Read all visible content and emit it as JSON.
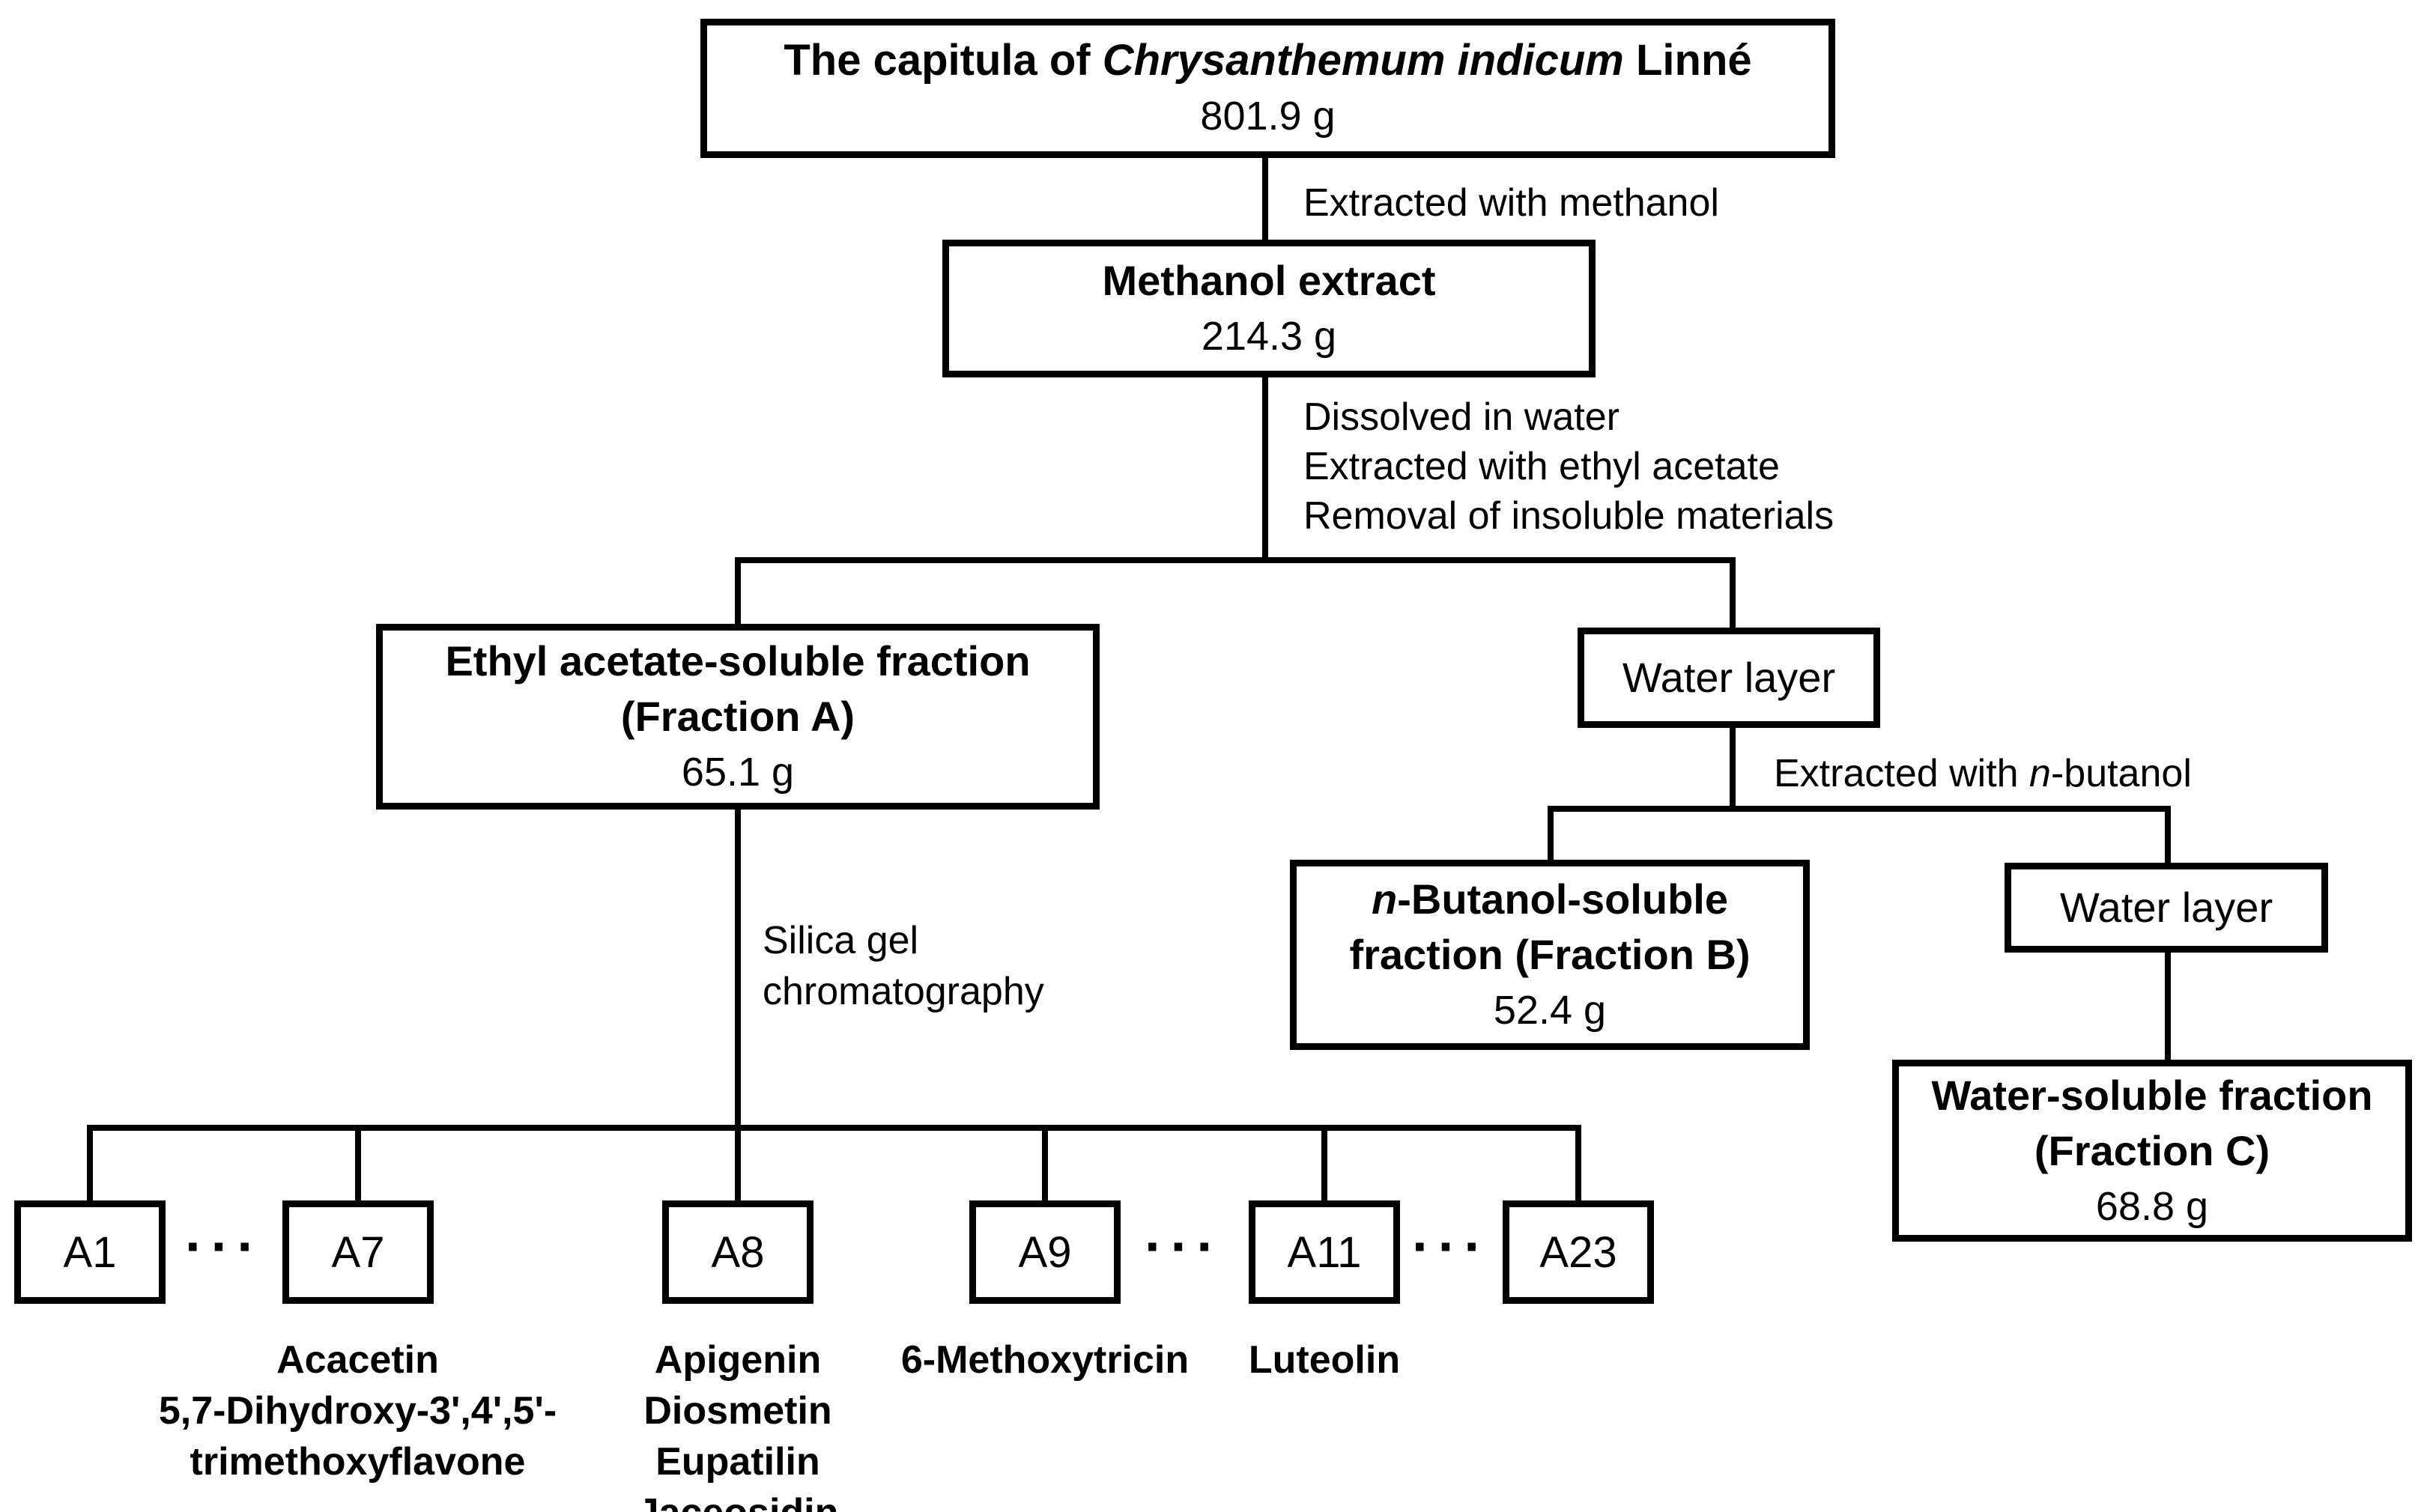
{
  "diagram": {
    "nodes": {
      "capitula": {
        "title_prefix": "The capitula of ",
        "title_species": "Chrysanthemum indicum",
        "title_suffix": " Linné",
        "weight": "801.9 g"
      },
      "methanol_extract": {
        "title": "Methanol extract",
        "weight": "214.3 g"
      },
      "fraction_a": {
        "title_line1": "Ethyl acetate-soluble fraction",
        "title_line2": "(Fraction A)",
        "weight": "65.1 g"
      },
      "water_layer_1": {
        "title": "Water layer"
      },
      "fraction_b": {
        "title_italic": "n",
        "title_line1_rest": "-Butanol-soluble",
        "title_line2": "fraction (Fraction B)",
        "weight": "52.4 g"
      },
      "water_layer_2": {
        "title": "Water layer"
      },
      "fraction_c": {
        "title_line1": "Water-soluble fraction",
        "title_line2": "(Fraction C)",
        "weight": "68.8 g"
      }
    },
    "edge_labels": {
      "extract_methanol": "Extracted with methanol",
      "dissolve_steps": [
        "Dissolved in water",
        "Extracted with ethyl acetate",
        "Removal of insoluble materials"
      ],
      "extract_butanol_prefix": "Extracted with ",
      "extract_butanol_italic": "n",
      "extract_butanol_suffix": "-butanol",
      "silica_line1": "Silica gel",
      "silica_line2": "chromatography"
    },
    "subfractions": {
      "labels": [
        "A1",
        "A7",
        "A8",
        "A9",
        "A11",
        "A23"
      ],
      "ellipsis": "···"
    },
    "compounds": {
      "a7": [
        "Acacetin",
        "5,7-Dihydroxy-3',4',5'-",
        "trimethoxyflavone"
      ],
      "a8": [
        "Apigenin",
        "Diosmetin",
        "Eupatilin",
        "Jaceosidin"
      ],
      "a9": [
        "6-Methoxytricin"
      ],
      "a11": [
        "Luteolin"
      ]
    },
    "colors": {
      "line": "#000000",
      "background": "#ffffff",
      "text": "#000000"
    }
  }
}
